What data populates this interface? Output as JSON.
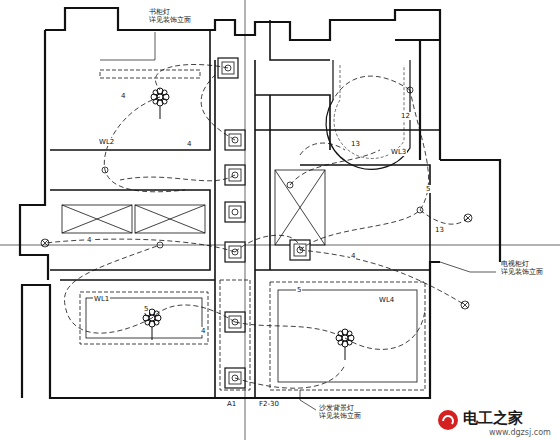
{
  "diagram": {
    "labels": [
      "书柜灯 详见装饰立面",
      "电视柜灯 详见装饰立面",
      "沙发背景灯 详见装饰立面",
      "WL2",
      "WL3",
      "WL1",
      "WL4",
      "4",
      "4",
      "4",
      "4",
      "4",
      "12",
      "13",
      "13",
      "5",
      "5",
      "5",
      "A1",
      "F2-30",
      "电工之家",
      "www.dgzsj.com"
    ]
  }
}
